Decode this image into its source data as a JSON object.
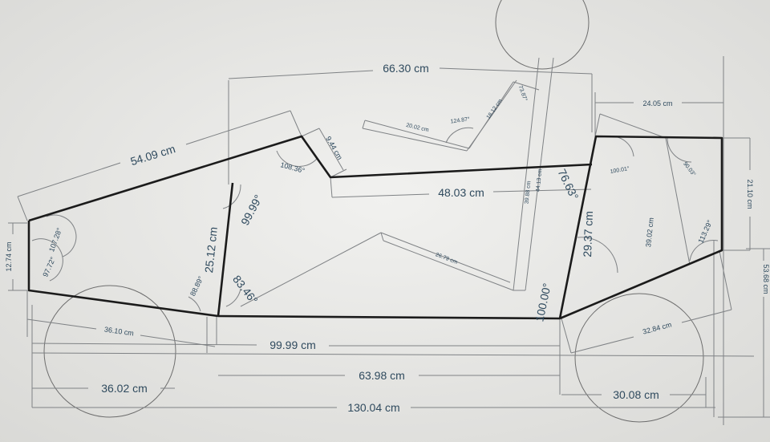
{
  "dimensions": {
    "d_66_30": "66.30 cm",
    "d_54_09": "54.09 cm",
    "d_48_03": "48.03 cm",
    "d_25_12": "25.12 cm",
    "d_99_99": "99.99 cm",
    "d_63_98": "63.98 cm",
    "d_130_04": "130.04 cm",
    "d_36_02": "36.02 cm",
    "d_36_10": "36.10 cm",
    "d_30_08": "30.08 cm",
    "d_29_37": "29.37 cm",
    "d_24_05": "24.05 cm",
    "d_21_10": "21.10 cm",
    "d_53_68": "53.68 cm",
    "d_12_74": "12.74 cm",
    "d_39_02": "39.02 cm",
    "d_32_84": "32.84 cm",
    "d_26_79": "26.79 cm",
    "d_20_02": "20.02 cm",
    "d_18_12": "18.12 cm",
    "d_9_44": "9.44 cm",
    "d_39_88": "39.88 cm",
    "d_44_13": "44.13 cm"
  },
  "angles": {
    "a_99_99": "99.99°",
    "a_83_46": "83.46°",
    "a_76_63": "76.63°",
    "a_100_00": "100.00°",
    "a_108_36": "108.36°",
    "a_107_28": "107.28°",
    "a_97_72": "97.72°",
    "a_88_89": "88.89°",
    "a_100_01": "100.01°",
    "a_90_03": "90.03°",
    "a_113_29": "113.29°",
    "a_124_87": "124.87°",
    "a_73_87": "73.87°"
  },
  "colors": {
    "label": "#2f4a5e",
    "frame": "#1b1b1b",
    "dimension_line": "#7f8285",
    "background": "#e9e9e7"
  }
}
